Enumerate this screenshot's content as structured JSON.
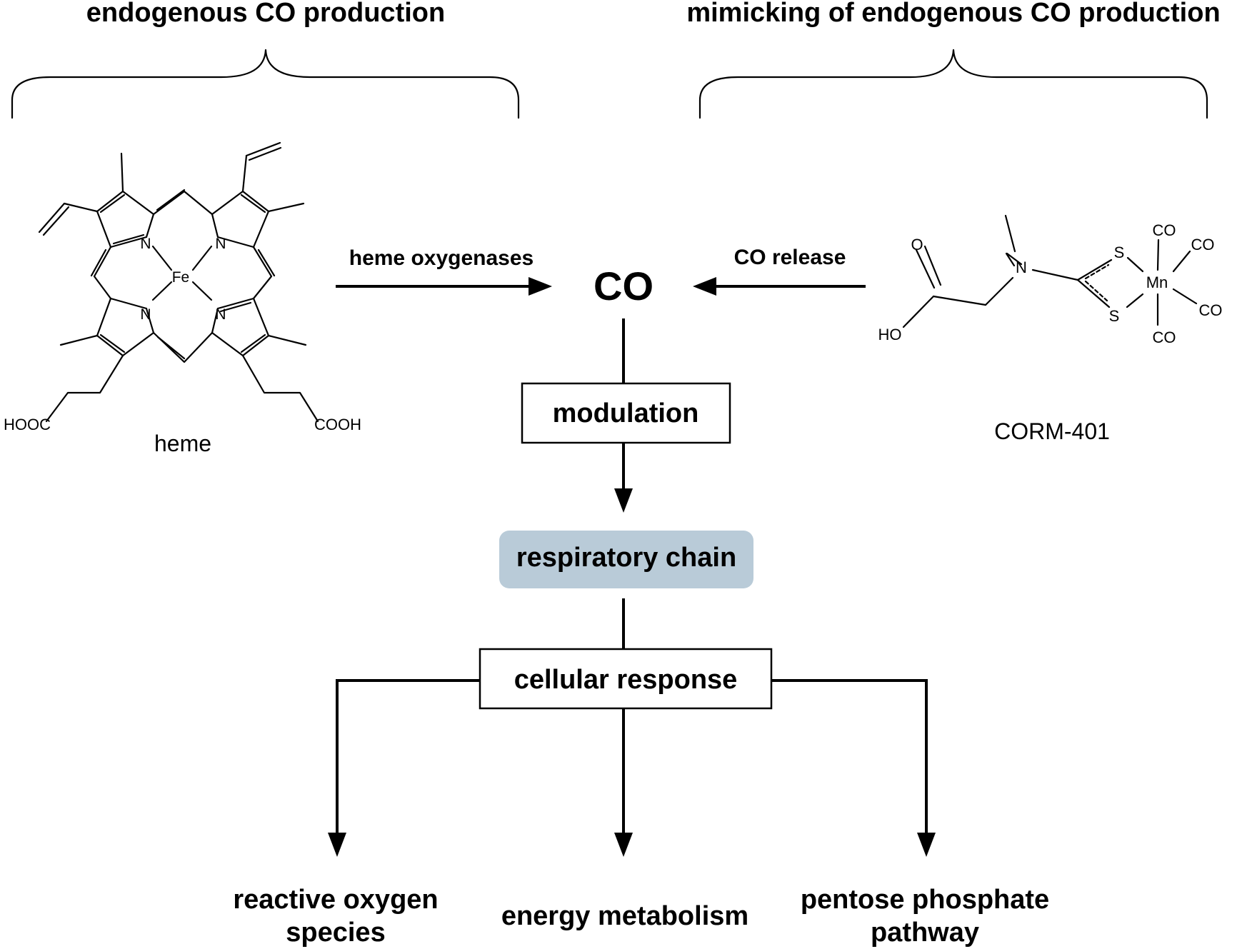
{
  "headers": {
    "left": "endogenous CO production",
    "right": "mimicking of endogenous CO production"
  },
  "center": {
    "co": "CO",
    "co_color": "#e8141b"
  },
  "arrows": {
    "heme_oxygenases": "heme oxygenases",
    "co_release": "CO release"
  },
  "boxes": {
    "modulation": "modulation",
    "respiratory_chain": "respiratory chain",
    "respiratory_chain_fill": "#b9cbd8",
    "cellular_response": "cellular response"
  },
  "outputs": {
    "ros_line1": "reactive oxygen",
    "ros_line2": "species",
    "energy": "energy metabolism",
    "ppp_line1": "pentose phosphate",
    "ppp_line2": "pathway"
  },
  "heme": {
    "name": "heme",
    "n": "N",
    "fe": "Fe",
    "hooc": "HOOC",
    "cooh": "COOH"
  },
  "corm": {
    "name": "CORM-401",
    "o": "O",
    "ho": "HO",
    "n": "N",
    "s": "S",
    "mn": "Mn",
    "co": "CO"
  }
}
